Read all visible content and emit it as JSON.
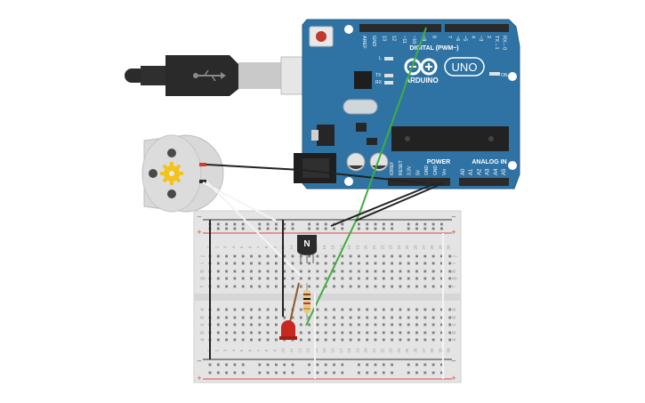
{
  "arduino": {
    "brand": "ARDUINO",
    "model": "UNO",
    "digital_header": "DIGITAL (PWM~)",
    "analog_header": "ANALOG IN",
    "power_header": "POWER",
    "on_label": "ON",
    "led_l": "L",
    "led_tx": "TX",
    "led_rx": "RX",
    "digital_pins": [
      "AREF",
      "GND",
      "13",
      "12",
      "~11",
      "~10",
      "~9",
      "8",
      "7",
      "~6",
      "~5",
      "4",
      "~3",
      "2",
      "TX→1",
      "RX←0"
    ],
    "power_pins": [
      "IOREF",
      "RESET",
      "3.3V",
      "5V",
      "GND",
      "GND",
      "Vin"
    ],
    "analog_pins": [
      "A0",
      "A1",
      "A2",
      "A3",
      "A4",
      "A5"
    ],
    "board_color": "#2f73a4"
  },
  "breadboard": {
    "row_letters_top": [
      "j",
      "i",
      "h",
      "g",
      "f"
    ],
    "row_letters_bottom": [
      "e",
      "d",
      "c",
      "b",
      "a"
    ],
    "plus_sign": "+",
    "minus_sign": "–"
  },
  "transistor": {
    "label": "N"
  },
  "colors": {
    "wire_green": "#3fae3f",
    "wire_black": "#222222",
    "wire_white": "#f4f4f4",
    "wire_red": "#d93a2b",
    "led_red": "#c8281e",
    "motor_body": "#d9d9d9",
    "motor_gear": "#f2c21d"
  }
}
